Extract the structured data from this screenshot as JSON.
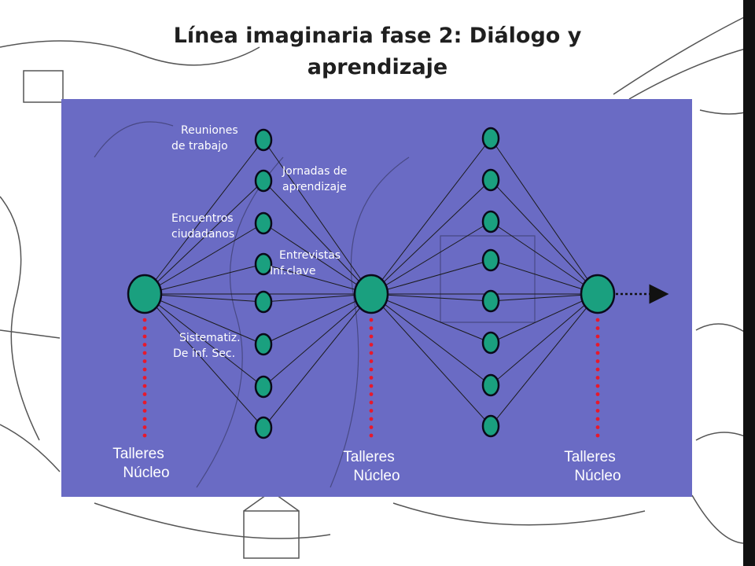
{
  "title_line1": "Línea imaginaria fase 2: Diálogo y",
  "title_line2": "aprendizaje",
  "colors": {
    "panel": "#6a6bc4",
    "node_fill": "#1aa07f",
    "node_stroke": "#0a0a1a",
    "dotted": "#e8192c",
    "line": "#1a1a1a",
    "text": "#ffffff"
  },
  "labels": {
    "reuniones": "Reuniones",
    "de_trabajo": "de trabajo",
    "jornadas": "Jornadas de",
    "aprendizaje": "aprendizaje",
    "encuentros": "Encuentros",
    "ciudadanos": "ciudadanos",
    "entrevistas": "Entrevistas",
    "inf_clave": "Inf.clave",
    "sistematiz": "Sistematiz.",
    "de_inf_sec": "De inf. Sec."
  },
  "talleres": [
    {
      "line1": "Talleres",
      "line2": "Núcleo"
    },
    {
      "line1": "Talleres",
      "line2": "Núcleo"
    },
    {
      "line1": "Talleres",
      "line2": "Núcleo"
    }
  ]
}
